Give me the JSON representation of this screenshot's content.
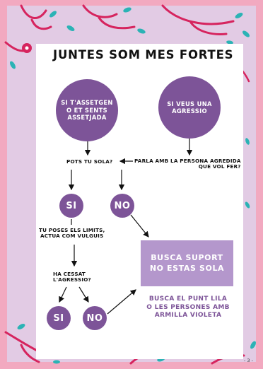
{
  "title": "JUNTES SOM MES FORTES",
  "nodes": {
    "harassed": "SI T'ASSETGEN\nO ET SENTS\nASSETJADA",
    "witness": "SI VEUS UNA\nAGRESSIO",
    "can_alone": "POTS TU SOLA?",
    "talk_victim": "PARLA AMB LA PERSONA AGREDIDA\nQUE VOL FER?",
    "yes1": "SI",
    "no1": "NO",
    "set_limits": "TU POSES ELS LIMITS,\nACTUA COM VULGUIS",
    "stopped": "HA CESSAT\nL'AGRESSIO?",
    "yes2": "SI",
    "no2": "NO",
    "seek_support": "BUSCA SUPORT\nNO ESTAS SOLA",
    "purple_point": "BUSCA EL PUNT LILA\nO LES PERSONES AMB\nARMILLA VIOLETA"
  },
  "page_number": "- 3 -",
  "colors": {
    "background": "#f2a9c0",
    "frame": "#e2cbe4",
    "circle": "#7d5498",
    "support_box": "#b497cc",
    "branch": "#d6245e",
    "leaf": "#2bb3b5"
  }
}
